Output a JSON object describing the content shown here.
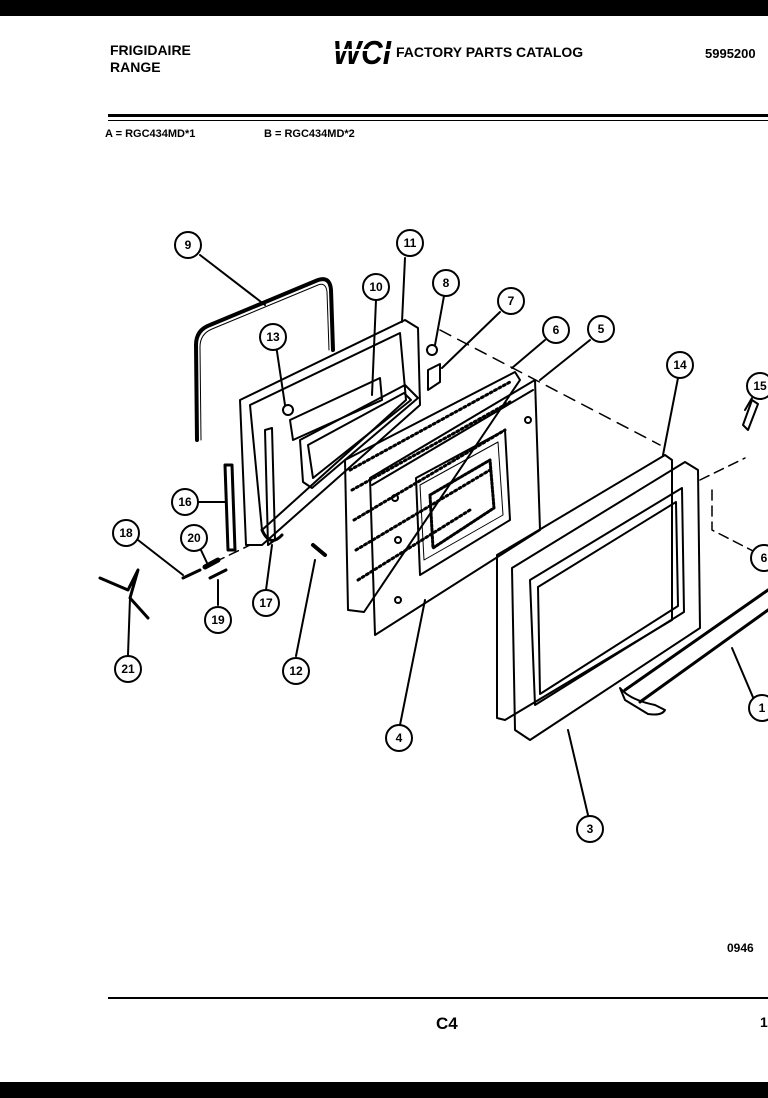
{
  "header": {
    "brand_line1": "FRIGIDAIRE",
    "brand_line2": "RANGE",
    "logo_text": "WCI",
    "catalog_title": "FACTORY PARTS CATALOG",
    "document_number": "5995200",
    "model_a": "A = RGC434MD*1",
    "model_b": "B = RGC434MD*2"
  },
  "footer": {
    "drawing_number": "0946",
    "page_code": "C4",
    "page_number": "1"
  },
  "callouts": [
    {
      "label": "9"
    },
    {
      "label": "11"
    },
    {
      "label": "10"
    },
    {
      "label": "8"
    },
    {
      "label": "7"
    },
    {
      "label": "6"
    },
    {
      "label": "5"
    },
    {
      "label": "13"
    },
    {
      "label": "14"
    },
    {
      "label": "15"
    },
    {
      "label": "16"
    },
    {
      "label": "18"
    },
    {
      "label": "20"
    },
    {
      "label": "19"
    },
    {
      "label": "17"
    },
    {
      "label": "12"
    },
    {
      "label": "21"
    },
    {
      "label": "4"
    },
    {
      "label": "3"
    },
    {
      "label": "1"
    },
    {
      "label": "6"
    }
  ]
}
